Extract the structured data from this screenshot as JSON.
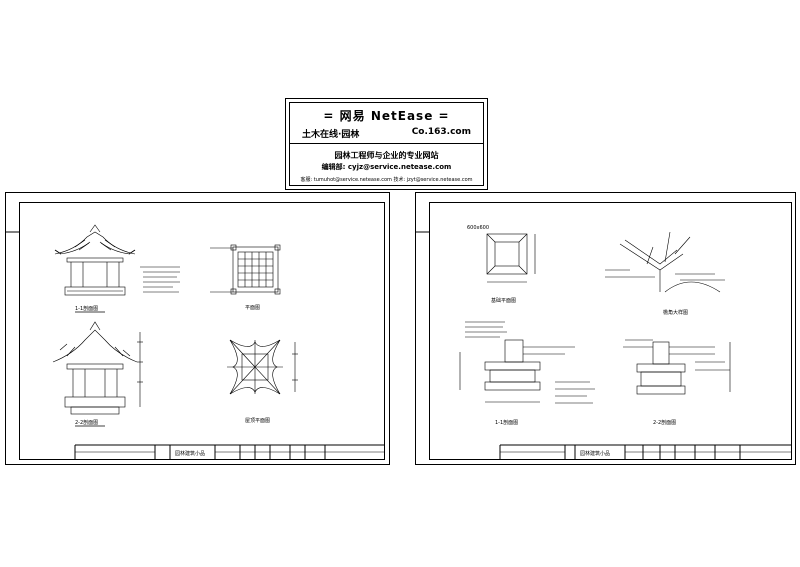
{
  "header": {
    "title": "= 网易 NetEase =",
    "left_sub": "土木在线·园林",
    "right_sub": "Co.163.com",
    "line3": "园林工程师与企业的专业网站",
    "line4": "编辑部: cyjz@service.netease.com",
    "line5": "客服: tumuhot@service.netease.com 技术: jzyt@service.netease.com"
  },
  "sheet_left": {
    "label_elev": "1-1剖面图",
    "label_section": "2-2剖面图",
    "label_plan": "平面图",
    "label_roof": "屋顶平面图",
    "title_block_name": "园林建筑小品"
  },
  "sheet_right": {
    "label_footing": "基础平面图",
    "label_detail": "檐角大样图",
    "label_sec1": "1-1剖面图",
    "label_sec2": "2-2剖面图",
    "dim_600": "600x600",
    "title_block_name": "园林建筑小品"
  }
}
